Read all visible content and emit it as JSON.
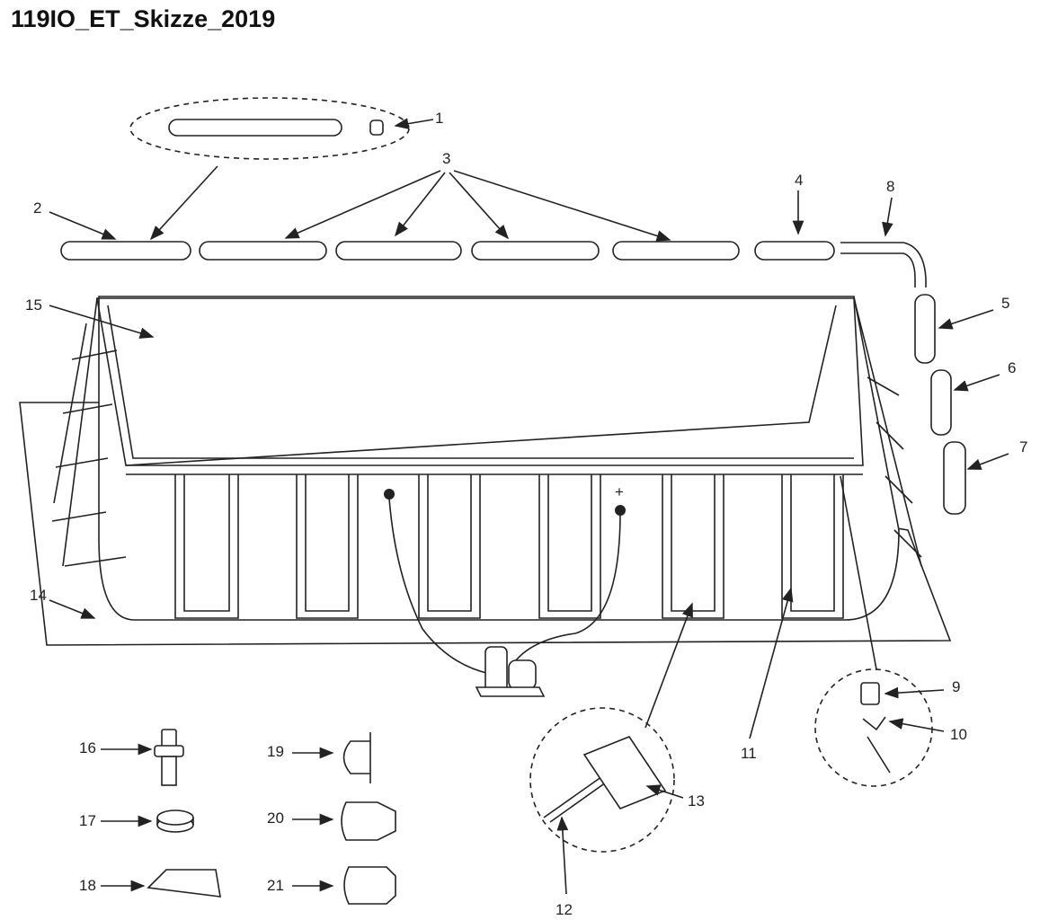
{
  "title": "119IO_ET_Skizze_2019",
  "part_labels": {
    "p1": "1",
    "p2": "2",
    "p3": "3",
    "p4": "4",
    "p5": "5",
    "p6": "6",
    "p7": "7",
    "p8": "8",
    "p9": "9",
    "p10": "10",
    "p11": "11",
    "p12": "12",
    "p13": "13",
    "p14": "14",
    "p15": "15",
    "p16": "16",
    "p17": "17",
    "p18": "18",
    "p19": "19",
    "p20": "20",
    "p21": "21"
  },
  "plus_mark": "+"
}
